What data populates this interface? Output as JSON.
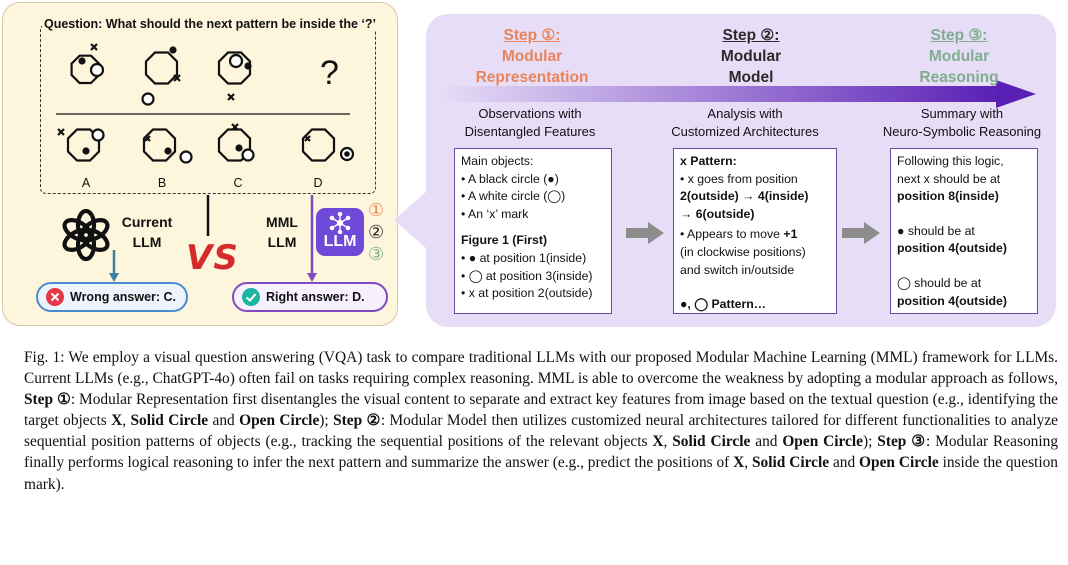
{
  "question": "Question: What should the next pattern be inside the ‘?’",
  "question_mark": "?",
  "options": [
    "A",
    "B",
    "C",
    "D"
  ],
  "current_llm_label": [
    "Current",
    "LLM"
  ],
  "vs": "VS",
  "mml_llm_label": [
    "MML",
    "LLM"
  ],
  "llm_badge": "LLM",
  "step_markers": [
    "①",
    "②",
    "③"
  ],
  "wrong_answer": "Wrong answer: C.",
  "right_answer": "Right answer: D.",
  "steps": [
    {
      "title": "Step ①:",
      "name": [
        "Modular",
        "Representation"
      ],
      "color": "#e8845c",
      "heading": [
        "Observations with",
        "Disentangled Features"
      ]
    },
    {
      "title": "Step ②:",
      "name": [
        "Modular",
        "Model"
      ],
      "color": "#2b2b2b",
      "heading": [
        "Analysis with",
        "Customized Architectures"
      ]
    },
    {
      "title": "Step ③:",
      "name": [
        "Modular",
        "Reasoning"
      ],
      "color": "#7fae8f",
      "heading": [
        "Summary with",
        "Neuro-Symbolic Reasoning"
      ]
    }
  ],
  "box1": {
    "l1": "Main objects:",
    "l2": "• A black circle (●)",
    "l3": "• A white circle (◯)",
    "l4": "• An ‘x’ mark",
    "l5": "Figure 1 (First)",
    "l6": "• ● at position 1(inside)",
    "l7": "• ◯ at position 3(inside)",
    "l8": "• x at position 2(outside)"
  },
  "box2": {
    "l1": "x Pattern:",
    "l2": "• x goes from position",
    "l3": "2(outside) → 4(inside)",
    "l4": "→ 6(outside)",
    "l5a": "• Appears to move ",
    "l5b": "+1",
    "l6": "(in clockwise positions)",
    "l7": "and switch in/outside",
    "l8": "●, ◯  Pattern…"
  },
  "box3": {
    "l1": "Following this logic,",
    "l2": "next x should be at",
    "l3": "position 8(inside)",
    "l4": "● should be at",
    "l5": "position 4(outside)",
    "l6": "◯ should be at",
    "l7": "position 4(outside)"
  },
  "caption": {
    "p1": "Fig. 1: We employ a visual question answering (VQA) task to compare traditional LLMs with our proposed Modular Machine Learning (MML) framework for LLMs. Current LLMs (e.g., ChatGPT-4o) often fail on tasks requiring complex reasoning. MML is able to overcome the weakness by adopting a modular approach as follows, ",
    "b1": "Step ①",
    "p2": ": Modular Representation first disentangles the visual content to separate and extract key features from image based on the textual question (e.g., identifying the target objects ",
    "b2": "X",
    "p3": ", ",
    "b3": "Solid Circle",
    "p4": " and ",
    "b4": "Open Circle",
    "p5": "); ",
    "b5": "Step ②",
    "p6": ": Modular Model then utilizes customized neural architectures tailored for different functionalities to analyze sequential position patterns of objects (e.g., tracking the sequential positions of the relevant objects ",
    "b6": "X",
    "p7": ", ",
    "b7": "Solid Circle",
    "p8": " and ",
    "b8": "Open Circle",
    "p9": "); ",
    "b9": "Step ③",
    "p10": ": Modular Reasoning finally performs logical reasoning to infer the next pattern and summarize the answer (e.g., predict the positions of ",
    "b10": "X",
    "p11": ", ",
    "b11": "Solid Circle",
    "p12": " and ",
    "b12": "Open Circle",
    "p13": " inside the question mark)."
  }
}
